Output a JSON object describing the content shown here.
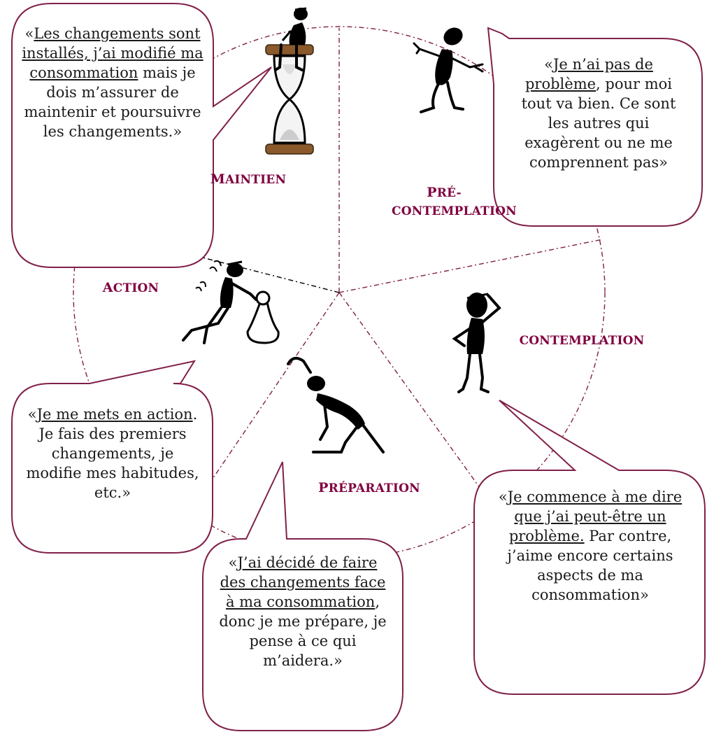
{
  "colors": {
    "bubble_border": "#80204a",
    "stage_label": "#800040",
    "wheel_line": "#802040",
    "figure": "#000000"
  },
  "stages": {
    "maintien": {
      "initial": "M",
      "rest": "AINTIEN"
    },
    "precontemplation": {
      "initial": "P",
      "rest_line1": "RÉ-",
      "line2": "CONTEMPLATION"
    },
    "action": {
      "initial": "A",
      "rest": "CTION"
    },
    "contemplation": {
      "label": "CONTEMPLATION"
    },
    "preparation": {
      "initial": "P",
      "rest": "RÉPARATION"
    }
  },
  "bubbles": {
    "maintien": {
      "quote_open": "«",
      "underlined": "Les changements sont installés, j’ai modifié ma consommation",
      "rest": "mais je dois m’assurer de maintenir et poursuivre les changements.»"
    },
    "precontemplation": {
      "quote_open": "«",
      "underlined": "Je n’ai pas de problème",
      "rest": ", pour moi tout va bien. Ce sont les autres qui exagèrent ou ne me comprennent pas»"
    },
    "action": {
      "quote_open": "«",
      "underlined": "Je me mets en action",
      "rest": ". Je fais des premiers changements, je modifie mes habitudes, etc.»"
    },
    "contemplation": {
      "quote_open": "«",
      "underlined": "Je commence à me dire que j’ai peut-être un problème.",
      "rest": " Par contre, j’aime encore certains aspects de ma consommation»"
    },
    "preparation": {
      "quote_open": "«",
      "underlined": "J’ai décidé de faire des changements face à ma consommation",
      "rest": ", donc je me prépare, je pense à ce qui m’aidera.»"
    }
  },
  "figures": {
    "maintien": "hourglass-sitter-figure",
    "precontemplation": "waving-figure",
    "action": "pushing-figure",
    "contemplation": "head-scratching-figure",
    "preparation": "stretching-figure"
  }
}
